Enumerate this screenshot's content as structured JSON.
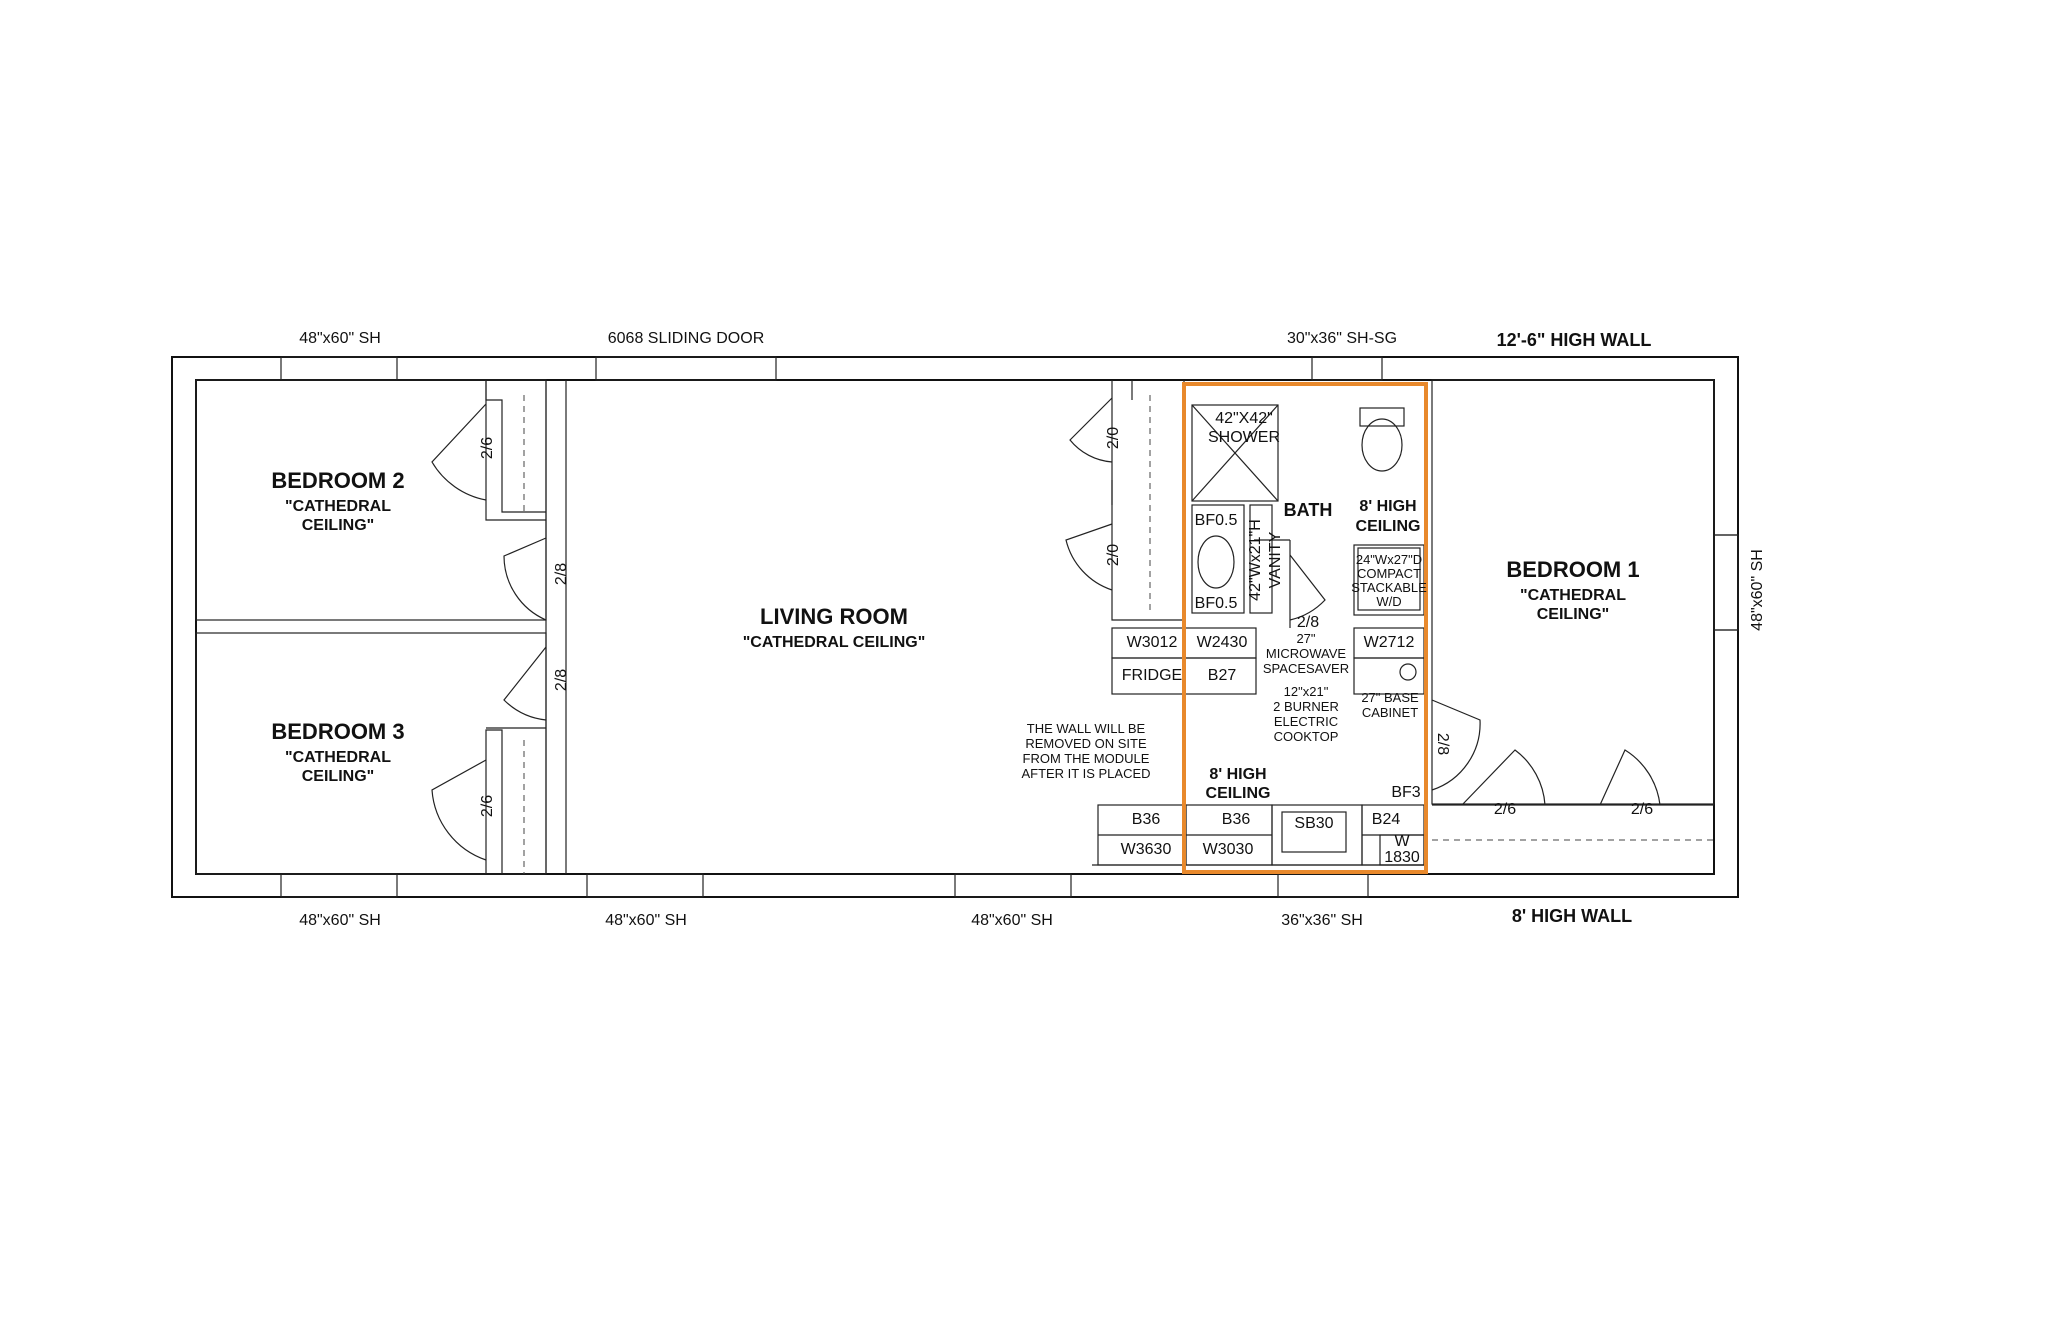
{
  "highlight_color": "#e8892c",
  "wall_color": "#111111",
  "rooms": {
    "bedroom2": {
      "title": "BEDROOM 2",
      "sub1": "\"CATHEDRAL",
      "sub2": "CEILING\""
    },
    "bedroom3": {
      "title": "BEDROOM 3",
      "sub1": "\"CATHEDRAL",
      "sub2": "CEILING\""
    },
    "living": {
      "title": "LIVING ROOM",
      "sub1": "\"CATHEDRAL CEILING\""
    },
    "bedroom1": {
      "title": "BEDROOM 1",
      "sub1": "\"CATHEDRAL",
      "sub2": "CEILING\""
    },
    "bath": {
      "title": "BATH",
      "ceiling1": "8' HIGH",
      "ceiling2": "CEILING"
    },
    "kitchen": {
      "ceiling1": "8' HIGH",
      "ceiling2": "CEILING"
    }
  },
  "windows": {
    "top_bed2": "48\"x60\" SH",
    "top_sliding": "6068 SLIDING DOOR",
    "top_bath": "30\"x36\" SH-SG",
    "top_wall": "12'-6\" HIGH WALL",
    "bottom_bed3": "48\"x60\" SH",
    "bottom_living1": "48\"x60\" SH",
    "bottom_living2": "48\"x60\" SH",
    "bottom_kitchen": "36\"x36\" SH",
    "bottom_wall": "8' HIGH WALL",
    "right_bed1": "48\"x60\" SH"
  },
  "doors": {
    "bed2_closet": "2/6",
    "bed2_door": "2/8",
    "bed3_door": "2/8",
    "bed3_closet": "2/6",
    "living_closet1": "2/0",
    "living_closet2": "2/0",
    "bath_door": "2/8",
    "bed1_door": "2/8",
    "bed1_closet1": "2/6",
    "bed1_closet2": "2/6"
  },
  "fixtures": {
    "shower1": "42\"X42\"",
    "shower2": "SHOWER",
    "bf_top": "BF0.5",
    "bf_bottom": "BF0.5",
    "vanity1": "42\"Wx21\"H",
    "vanity2": "VANITY",
    "wd1": "24\"Wx27\"D",
    "wd2": "COMPACT",
    "wd3": "STACKABLE",
    "wd4": "W/D",
    "w3012": "W3012",
    "w2430": "W2430",
    "w2712": "W2712",
    "fridge": "FRIDGE",
    "b27": "B27",
    "mw1": "27\"",
    "mw2": "MICROWAVE",
    "mw3": "SPACESAVER",
    "ck1": "12\"x21\"",
    "ck2": "2 BURNER",
    "ck3": "ELECTRIC",
    "ck4": "COOKTOP",
    "base1": "27\" BASE",
    "base2": "CABINET",
    "bf3": "BF3",
    "b36a": "B36",
    "b36b": "B36",
    "sb30": "SB30",
    "b24": "B24",
    "w3630": "W3630",
    "w3030": "W3030",
    "w1830a": "W",
    "w1830b": "1830"
  },
  "note": {
    "l1": "THE WALL WILL BE",
    "l2": "REMOVED ON SITE",
    "l3": "FROM THE MODULE",
    "l4": "AFTER IT IS PLACED"
  }
}
